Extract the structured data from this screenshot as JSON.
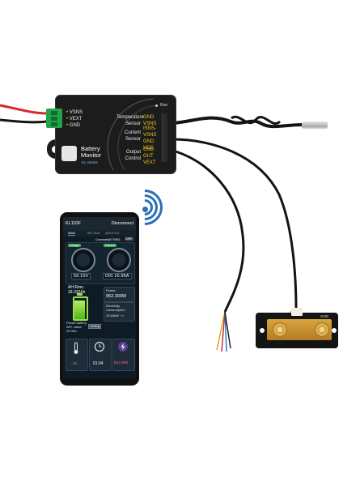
{
  "device": {
    "name_line1": "Battery",
    "name_line2": "Monitor",
    "series": "KL-Series",
    "run_label": "Run",
    "left_pins": [
      "VSNS",
      "VEXT",
      "GND"
    ],
    "temp_label_1": "Temperature",
    "temp_label_2": "Sensor",
    "temp_pins": [
      "GND",
      "VSNS"
    ],
    "current_label_1": "Current",
    "current_label_2": "Sensor",
    "current_pins": [
      "ISNS-",
      "VSNS",
      "GND",
      "VCC"
    ],
    "output_label_1": "Output",
    "output_label_2": "Control",
    "output_pins": [
      "GND",
      "OUT",
      "VEXT"
    ]
  },
  "app": {
    "model": "KL110F",
    "disconnect_label": "Disconnect",
    "tabs": [
      "MAIN",
      "SETTING",
      "ABOUTUS"
    ],
    "connection_status": "Connected(KT0000)",
    "off_label": "OFF",
    "voltage_badge": "Voltage",
    "voltage_value": "56.15V",
    "current_badge": "Current",
    "current_direction": "DIS",
    "current_value": "16.96A",
    "ah_label": "AH.Rmn.",
    "ah_value": "18.332Ah",
    "power_label": "Power:",
    "power_value": "952.300W",
    "electricity_label_1": "Electricity",
    "electricity_label_2": "Consumption",
    "electricity_value": "25.82kW · h",
    "preset_label_1": "Preset battery",
    "preset_label_2": "AH+ value:",
    "preset_value": "20.0Ah",
    "setting_button": "Setting",
    "temp_value": "--°C",
    "time_value": "01:04",
    "energy_value": "522.650",
    "colors": {
      "accent_blue": "#2ea0ff",
      "battery_green": "#98e04a",
      "badge_green": "#3aa856"
    }
  },
  "shunt": {
    "label": "GND"
  },
  "icons": [
    "wifi-icon",
    "thermometer-icon",
    "clock-icon",
    "lightning-icon"
  ]
}
